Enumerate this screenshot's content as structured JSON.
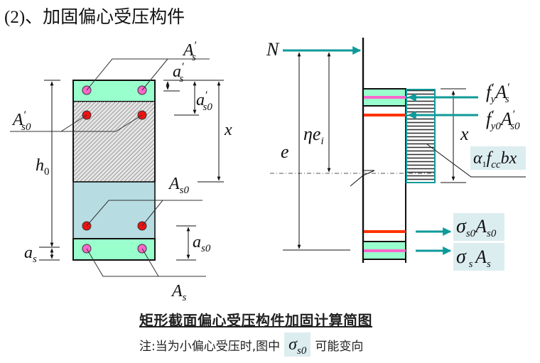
{
  "title": "(2)、加固偏心受压构件",
  "left_section": {
    "labels": {
      "As_prime": "A′s",
      "as_prime": "a′s",
      "as0_prime": "a′s0",
      "As0_prime": "A′s0",
      "x": "x",
      "h0": "h0",
      "As0": "As0",
      "as0": "as0",
      "as": "as",
      "As": "As"
    }
  },
  "right_section": {
    "labels": {
      "N": "N",
      "eta_ei": "ηei",
      "e": "e",
      "fy_As": "f′yA′s",
      "fy0_As0": "f′y0A′s0",
      "x": "x",
      "alpha_fcc_bx": "α1fccbx",
      "sigma_s0_As0": "σs0As0",
      "sigma_s_As": "σsAs"
    }
  },
  "colors": {
    "cover_green": "#99ffcc",
    "strengthen_blue": "#b7dde2",
    "bar_pink": "#ff66cc",
    "bar_red": "#ee1111",
    "arrow_teal": "#0f9a9a",
    "label_box": "#dcedf0",
    "stress_line_red": "#ff3300"
  },
  "caption": "矩形截面偏心受压构件加固计算简图",
  "note": {
    "prefix": "注:当为小偏心受压时,图中",
    "symbol": "σ",
    "symbol_sub": "s0",
    "suffix": "可能变向"
  }
}
